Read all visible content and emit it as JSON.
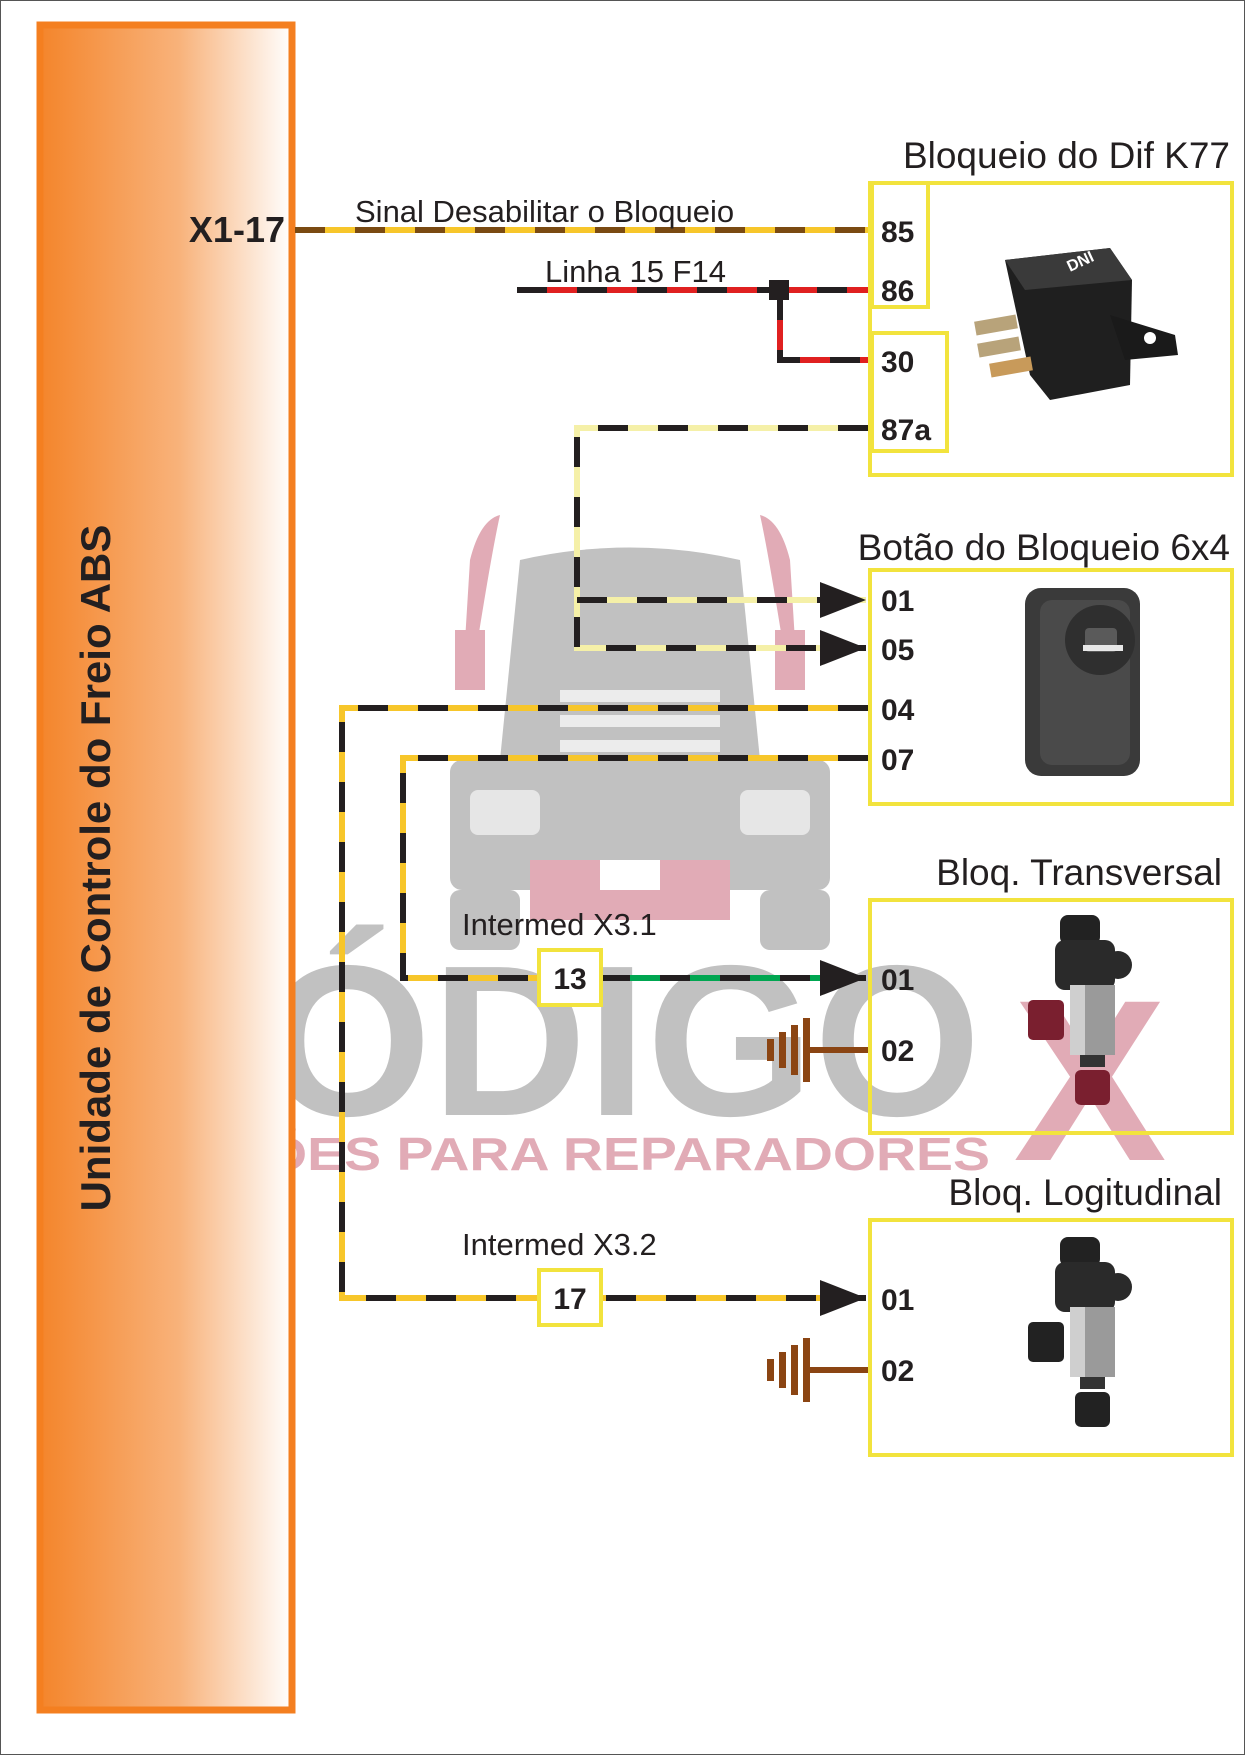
{
  "colors": {
    "panel_left": "#f4852b",
    "panel_right": "#ffffff",
    "box_border": "#f2e33d",
    "wire_yellow": "#f7c62a",
    "wire_light_yellow": "#f5f0a8",
    "wire_dark": "#231f20",
    "wire_brown": "#7a4a12",
    "wire_red": "#e02020",
    "wire_green": "#00a651",
    "ground": "#8b4513",
    "watermark_gray": "#9e9e9e",
    "watermark_red": "#c8667a"
  },
  "ecu": {
    "label": "Unidade de Controle do Freio ABS",
    "pin_label": "X1-17"
  },
  "wires": {
    "signal_label": "Sinal Desabilitar o Bloqueio",
    "line15_label": "Linha 15 F14"
  },
  "components": {
    "relay": {
      "title": "Bloqueio do Dif K77",
      "pins": [
        "85",
        "86",
        "30",
        "87a"
      ],
      "image_icon": "relay-icon"
    },
    "switch": {
      "title": "Botão do Bloqueio 6x4",
      "pins": [
        "01",
        "05",
        "04",
        "07"
      ],
      "image_icon": "rotary-switch-icon"
    },
    "transversal": {
      "title": "Bloq. Transversal",
      "pins": [
        "01",
        "02"
      ],
      "image_icon": "solenoid-valve-icon"
    },
    "longitudinal": {
      "title": "Bloq. Logitudinal",
      "pins": [
        "01",
        "02"
      ],
      "image_icon": "solenoid-valve-icon"
    }
  },
  "connectors": {
    "x31": {
      "label": "Intermed X3.1",
      "pin": "13"
    },
    "x32": {
      "label": "Intermed X3.2",
      "pin": "17"
    }
  },
  "watermark": {
    "brand": "CÓDIGO",
    "brand_x": "X",
    "tagline": "SOLUÇÕES PARA REPARADORES"
  }
}
